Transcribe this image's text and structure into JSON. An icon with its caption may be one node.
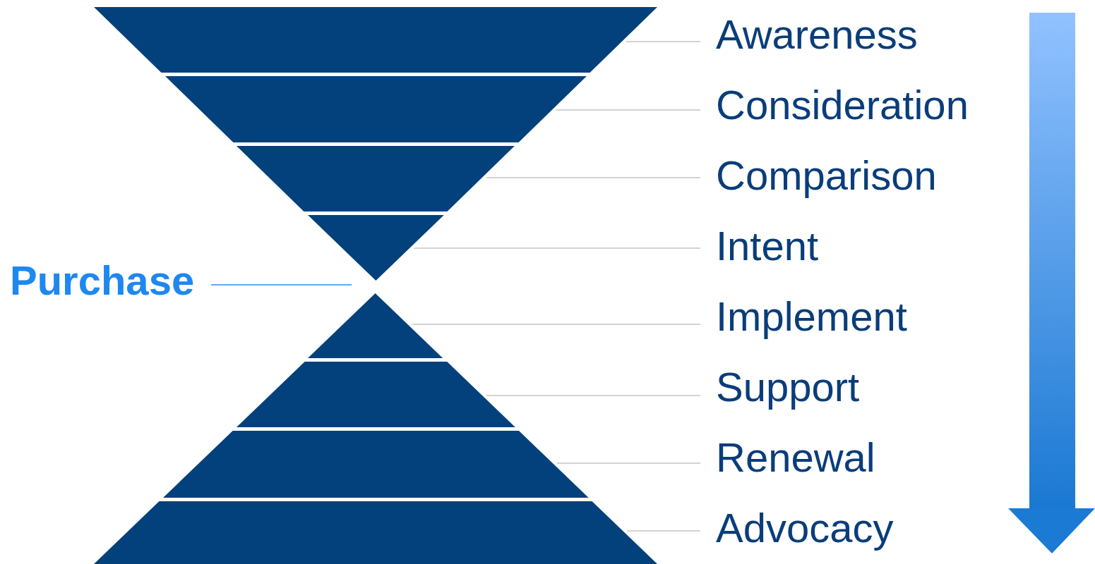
{
  "diagram": {
    "nodes": [
      {
        "text": [],
        "shape": "trapezoid"
      },
      {
        "text": [],
        "shape": "trapezoid"
      },
      {
        "text": [],
        "shape": "trapezoid"
      },
      {
        "text": [],
        "shape": "triangle"
      },
      {
        "text": [],
        "shape": "triangle"
      },
      {
        "text": [],
        "shape": "trapezoid"
      },
      {
        "text": [],
        "shape": "trapezoid"
      },
      {
        "text": [],
        "shape": "trapezoid"
      },
      {
        "text": [
          "Awareness"
        ]
      },
      {
        "text": [
          "Consideration"
        ]
      },
      {
        "text": [
          "Comparison"
        ]
      },
      {
        "text": [
          "Intent"
        ]
      },
      {
        "text": [
          "Implement"
        ]
      },
      {
        "text": [
          "Support"
        ]
      },
      {
        "text": [
          "Renewal"
        ]
      },
      {
        "text": [
          "Advocacy"
        ]
      },
      {
        "text": [
          "Purchase"
        ]
      }
    ],
    "edges": [
      {
        "from": 8,
        "to": 0,
        "arrow": "none"
      },
      {
        "from": 9,
        "to": 1,
        "arrow": "none"
      },
      {
        "from": 10,
        "to": 2,
        "arrow": "none"
      },
      {
        "from": 11,
        "to": 3,
        "arrow": "none"
      },
      {
        "from": 12,
        "to": 4,
        "arrow": "none"
      },
      {
        "from": 13,
        "to": 5,
        "arrow": "none"
      },
      {
        "from": 14,
        "to": 6,
        "arrow": "none"
      },
      {
        "from": 15,
        "to": 7,
        "arrow": "none"
      },
      {
        "from": 16,
        "to": null,
        "arrow": "none",
        "color": "#2f8cf0"
      }
    ]
  }
}
